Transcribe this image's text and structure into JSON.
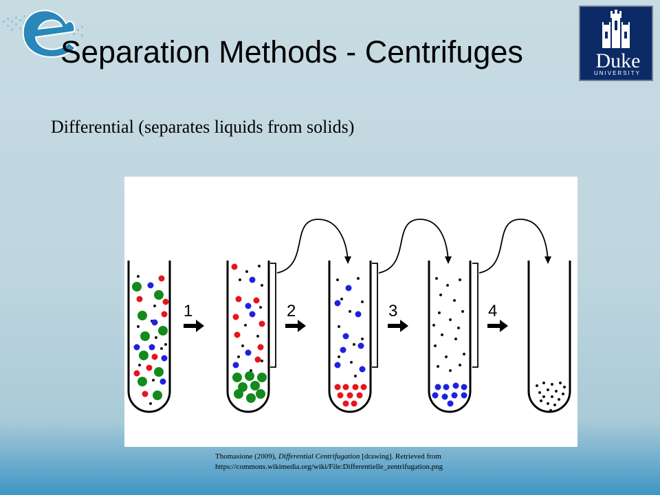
{
  "slide": {
    "title": "Separation Methods - Centrifuges",
    "subtitle": "Differential (separates liquids from solids)"
  },
  "logos": {
    "duke_wordmark": "Duke",
    "duke_subtext": "UNIVERSITY"
  },
  "figure": {
    "step_labels": [
      "1",
      "2",
      "3",
      "4"
    ],
    "colors": {
      "red": "#e8141c",
      "blue": "#1d22e0",
      "green": "#148a1c",
      "black": "#111111"
    }
  },
  "citation": {
    "author_year": "Thomasione (2009), ",
    "work_title": "Differential Centrifugation",
    "medium_retrieved": " [drawing].  Retrieved from",
    "url": "https://commons.wikimedia.org/wiki/File:Differentielle_zentrifugation.png"
  }
}
